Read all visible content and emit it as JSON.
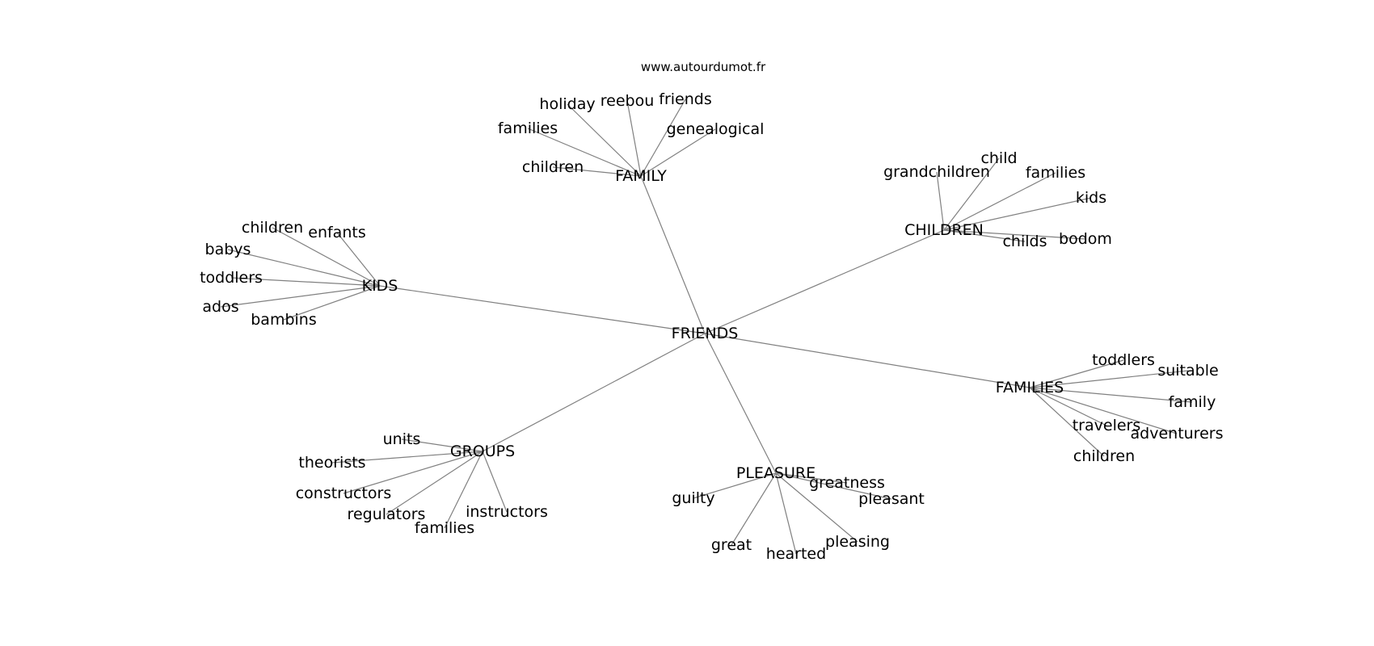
{
  "site": "www.autourdumot.fr",
  "graph": {
    "center": "FRIENDS",
    "clusters": [
      {
        "hub": "FAMILY",
        "words": [
          "holiday",
          "reebou",
          "friends",
          "families",
          "genealogical",
          "children"
        ]
      },
      {
        "hub": "CHILDREN",
        "words": [
          "grandchildren",
          "child",
          "families",
          "kids",
          "childs",
          "bodom"
        ]
      },
      {
        "hub": "KIDS",
        "words": [
          "children",
          "enfants",
          "babys",
          "toddlers",
          "ados",
          "bambins"
        ]
      },
      {
        "hub": "FAMILIES",
        "words": [
          "toddlers",
          "suitable",
          "family",
          "travelers",
          "adventurers",
          "children"
        ]
      },
      {
        "hub": "GROUPS",
        "words": [
          "units",
          "theorists",
          "constructors",
          "regulators",
          "families",
          "instructors"
        ]
      },
      {
        "hub": "PLEASURE",
        "words": [
          "greatness",
          "pleasant",
          "guilty",
          "great",
          "hearted",
          "pleasing"
        ]
      }
    ]
  }
}
